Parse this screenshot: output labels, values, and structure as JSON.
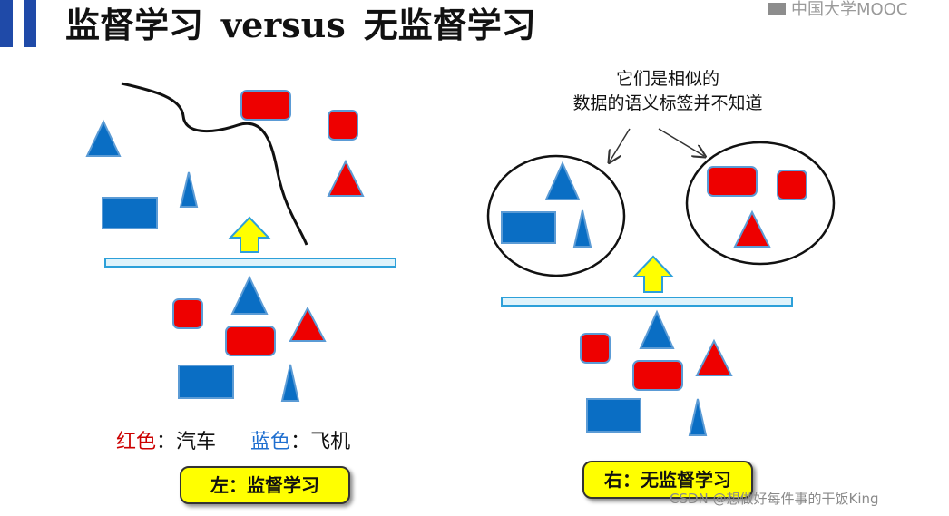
{
  "title": {
    "left": "监督学习",
    "versus": "versus",
    "right": "无监督学习"
  },
  "logo": {
    "text": "中国大学MOOC"
  },
  "annotation": {
    "line1": "它们是相似的",
    "line2": "数据的语义标签并不知道"
  },
  "legend": {
    "red_label": "红色",
    "red_sep": "：",
    "red_item": "汽车",
    "blue_label": "蓝色",
    "blue_sep": "：",
    "blue_item": "飞机"
  },
  "callouts": {
    "left": "左：监督学习",
    "right": "右：无监督学习"
  },
  "watermark": "CSDN @想做好每件事的干饭King",
  "colors": {
    "red_fill": "#ee0000",
    "blue_fill": "#0a6ec4",
    "shape_stroke": "#5b9bd5",
    "arrow_fill": "#ffff00",
    "platform_fill": "#dff3fb",
    "platform_stroke": "#2da0d9",
    "title_bar": "#1f4aa8"
  }
}
